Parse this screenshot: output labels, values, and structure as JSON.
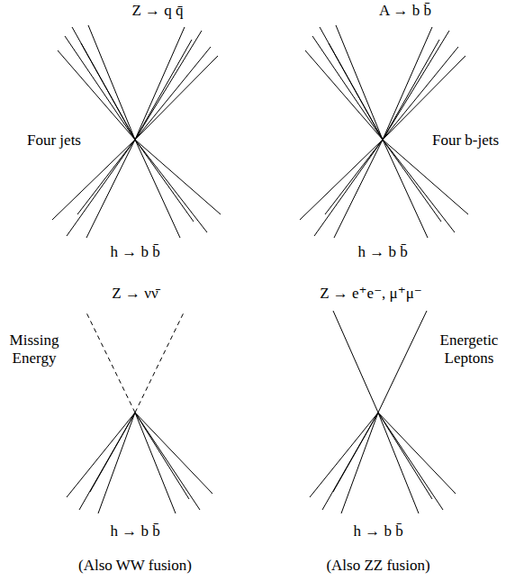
{
  "diagram": {
    "labels": [
      "Z → q q̄",
      "Four jets",
      "h → b b̄",
      "A → b b̄",
      "Four b-jets",
      "h → b b̄",
      "Z → νν̄",
      "Missing Energy",
      "h → b b̄",
      "Z → e⁺e⁻, μ⁺μ⁻",
      "Energetic Leptons",
      "h → b b̄",
      "(Also WW fusion)",
      "(Also ZZ fusion)"
    ]
  }
}
